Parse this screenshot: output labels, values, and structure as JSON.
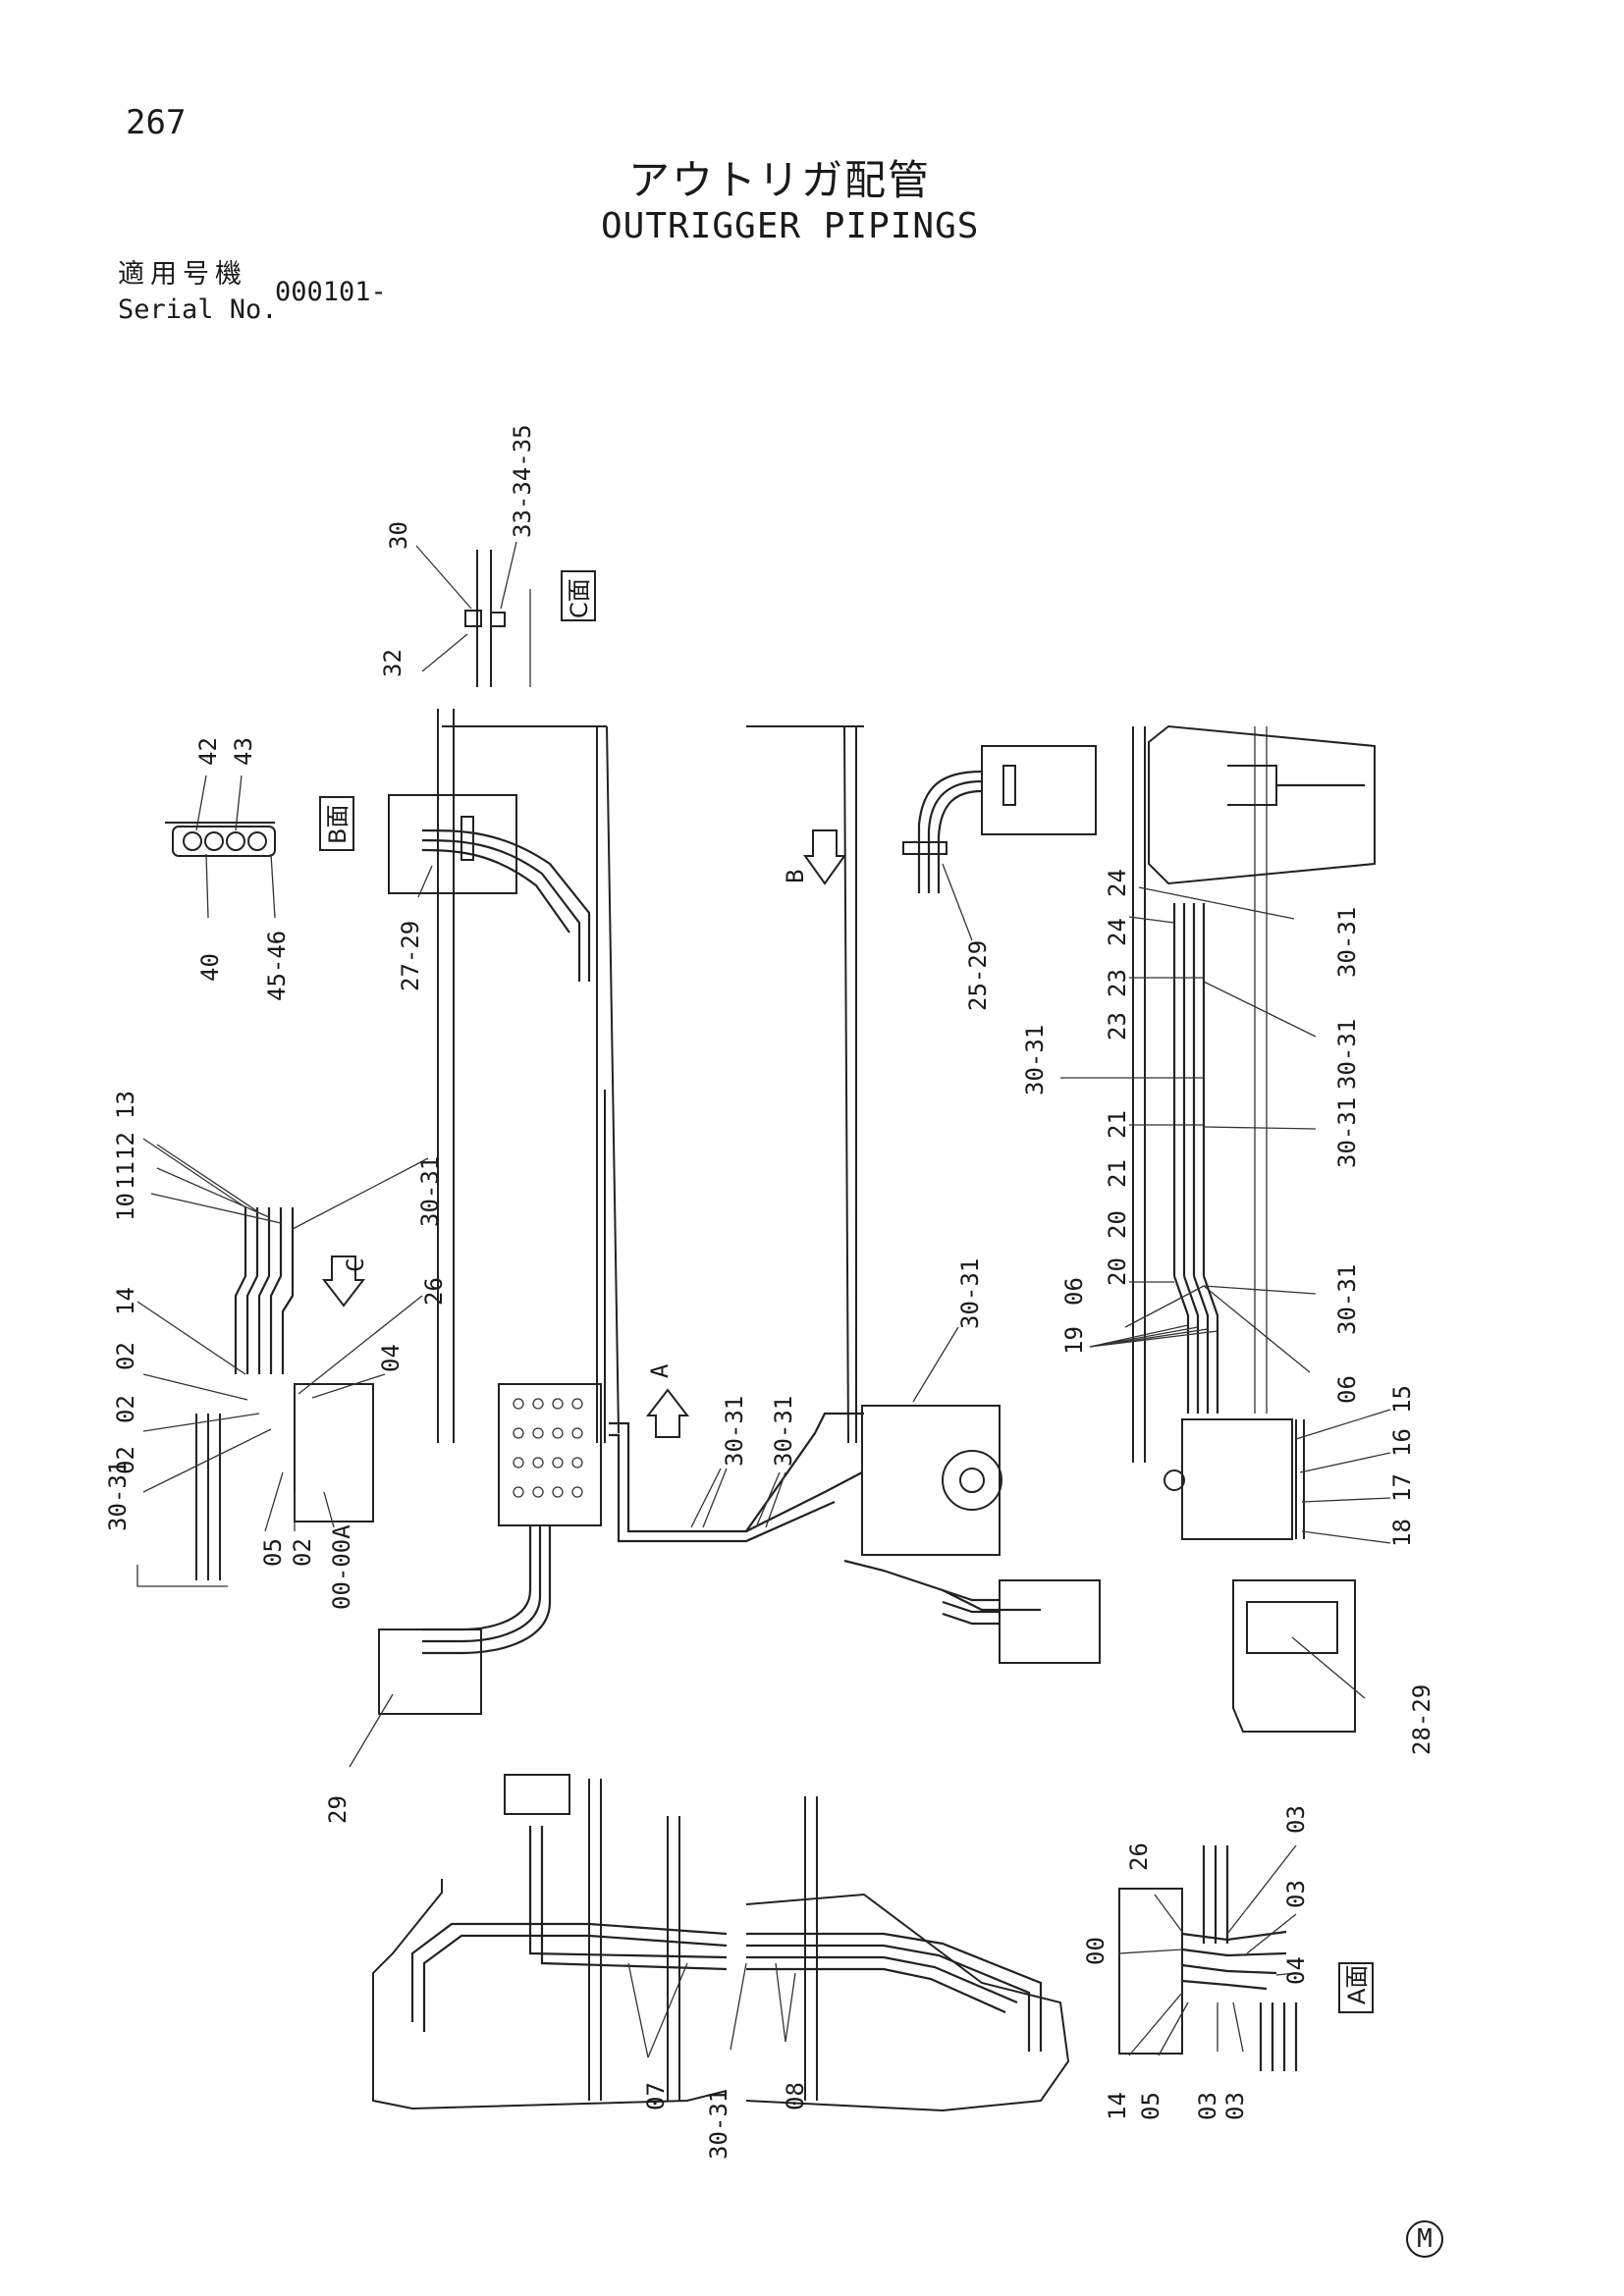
{
  "header": {
    "page_number": "267",
    "title_jp": "アウトリガ配管",
    "title_en": "OUTRIGGER PIPINGS",
    "serial_label_jp": "適用号機",
    "serial_label_en": "Serial No.",
    "serial_value": "000101-"
  },
  "view_labels": {
    "a": "A面",
    "b": "B面",
    "c": "C面"
  },
  "view_arrows": {
    "a": "A",
    "b": "B",
    "c": "C"
  },
  "callouts": {
    "c1": "30",
    "c2": "33-34-35",
    "c3": "32",
    "b1": "42",
    "b2": "43",
    "b3": "40",
    "b4": "45-46",
    "u1": "27-29",
    "u2": "25-29",
    "r1": "24",
    "r2": "24",
    "r3": "30-31",
    "r4": "23",
    "r5": "23",
    "r6": "30-31",
    "r7": "30-31",
    "r8": "21",
    "r9": "21",
    "r10": "30-31",
    "r11": "20",
    "r12": "20",
    "r13": "19",
    "r14": "06",
    "r15": "30-31",
    "r16": "06",
    "r17": "15",
    "r18": "16",
    "r19": "17",
    "r20": "18",
    "r21": "28-29",
    "m1": "30-31",
    "m2": "30-31",
    "m3": "30-31",
    "l1": "13",
    "l2": "12",
    "l3": "11",
    "l4": "10",
    "l5": "30-31",
    "l6": "14",
    "l7": "26",
    "l8": "02",
    "l9": "02",
    "l10": "02",
    "l11": "04",
    "l12": "30-31",
    "l13": "05",
    "l14": "02",
    "l15": "00-00A",
    "l16": "29",
    "k1": "07",
    "k2": "30-31",
    "k3": "08",
    "a1": "26",
    "a2": "03",
    "a3": "03",
    "a4": "00",
    "a5": "04",
    "a6": "14",
    "a7": "05",
    "a8": "03",
    "a9": "03"
  },
  "footer": {
    "mark": "M"
  }
}
